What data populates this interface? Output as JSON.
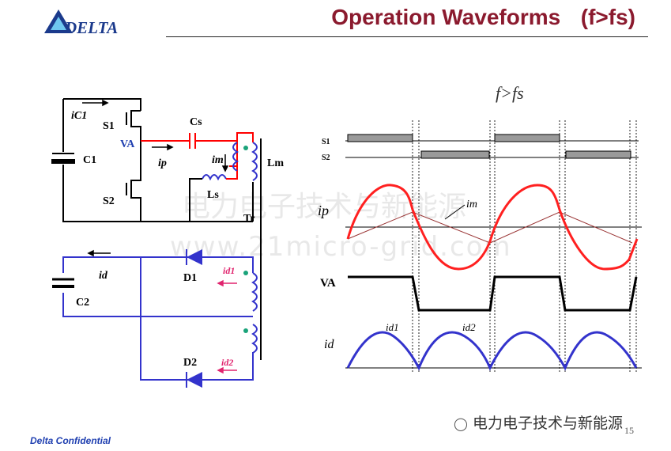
{
  "brand": {
    "logo_text": "DELTA"
  },
  "header": {
    "title": "Operation Waveforms",
    "condition": "(f>fs)"
  },
  "footer": {
    "confidential": "Delta Confidential",
    "page_number": "15",
    "wechat_account": "电力电子技术与新能源"
  },
  "watermark": {
    "line1": "电力电子技术与新能源",
    "line2": "www.21micro-grid.com"
  },
  "schematic": {
    "labels": {
      "ic1": "iC1",
      "s1": "S1",
      "va": "VA",
      "c1": "C1",
      "cs": "Cs",
      "ip": "ip",
      "im": "im",
      "lm": "Lm",
      "ls": "Ls",
      "s2": "S2",
      "tr": "Tr",
      "id": "id",
      "c2": "C2",
      "d1": "D1",
      "id1": "id1",
      "d2": "D2",
      "id2": "id2"
    },
    "colors": {
      "primary": "#000000",
      "resonant": "#ff0000",
      "secondary": "#3333cc",
      "transformer": "#3333cc",
      "dot": "#1aa37a",
      "current_secondary": "#e0246e"
    }
  },
  "waveforms": {
    "heading": "f>fs",
    "trace_labels": {
      "s1": "S1",
      "s2": "S2",
      "ip": "ip",
      "im": "im",
      "va": "VA",
      "id": "id",
      "id1": "id1",
      "id2": "id2"
    },
    "colors": {
      "gate_fill": "#9a9a9a",
      "ip": "#ff2020",
      "im": "#993333",
      "va": "#000000",
      "id": "#3333cc"
    }
  }
}
